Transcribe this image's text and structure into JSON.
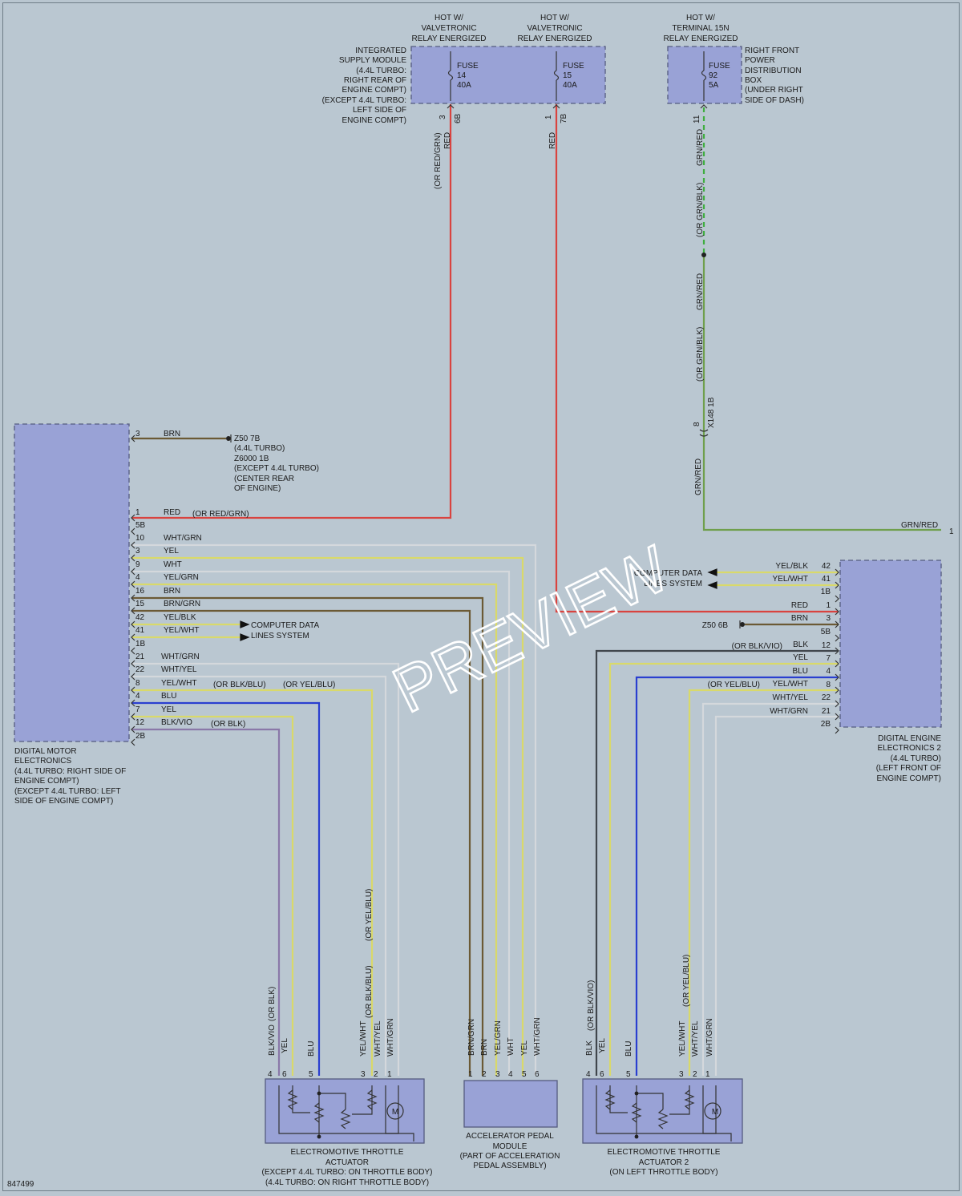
{
  "diagram_id": "847499",
  "watermark": "PREVIEW",
  "colors": {
    "RED": "#d9433f",
    "BRN": "#6b5a35",
    "YEL": "#d9d96a",
    "WHT": "#d4d8dc",
    "BLU": "#2a3fd0",
    "GRN": "#6f9f4c",
    "BLK": "#40464c",
    "VIO": "#8a78a8",
    "GRN_DASH": "#3fae3f"
  },
  "top": {
    "fuse14_hot": [
      "HOT W/",
      "VALVETRONIC",
      "RELAY ENERGIZED"
    ],
    "fuse15_hot": [
      "HOT W/",
      "VALVETRONIC",
      "RELAY ENERGIZED"
    ],
    "fuse92_hot": [
      "HOT W/",
      "TERMINAL 15N",
      "RELAY ENERGIZED"
    ],
    "ism_label": [
      "INTEGRATED",
      "SUPPLY MODULE",
      "(4.4L TURBO:",
      "RIGHT REAR OF",
      "ENGINE COMPT)",
      "(EXCEPT 4.4L TURBO:",
      "LEFT SIDE OF",
      "ENGINE COMPT)"
    ],
    "rfpd_label": [
      "RIGHT FRONT",
      "POWER",
      "DISTRIBUTION",
      "BOX",
      "(UNDER RIGHT",
      "SIDE OF DASH)"
    ],
    "fuse14": [
      "FUSE",
      "14",
      "40A"
    ],
    "fuse15": [
      "FUSE",
      "15",
      "40A"
    ],
    "fuse92": [
      "FUSE",
      "92",
      "5A"
    ],
    "pin14_a": "3",
    "pin14_b": "6B",
    "pin15_a": "1",
    "pin15_b": "7B",
    "pin92": "11",
    "wire14": "RED",
    "wire14_alt": "(OR RED/GRN)",
    "wire15": "RED",
    "wire92_a": "GRN/RED",
    "wire92_alt": "(OR GRN/BLK)",
    "wire92_b": "GRN/RED",
    "wire92_alt2": "(OR GRN/BLK)",
    "x148": "X148 1B",
    "x148_pin": "8",
    "wire92_c": "GRN/RED"
  },
  "dme": {
    "label": [
      "DIGITAL MOTOR",
      "ELECTRONICS",
      "(4.4L TURBO: RIGHT SIDE OF",
      "ENGINE COMPT)",
      "(EXCEPT 4.4L TURBO: LEFT",
      "SIDE OF ENGINE COMPT)"
    ],
    "pins": [
      {
        "pin": "3",
        "wire": "BRN"
      },
      {
        "pin": "1",
        "wire": "RED",
        "alt": "(OR RED/GRN)"
      },
      {
        "pin": "5B"
      },
      {
        "pin": "10",
        "wire": "WHT/GRN"
      },
      {
        "pin": "3",
        "wire": "YEL"
      },
      {
        "pin": "9",
        "wire": "WHT"
      },
      {
        "pin": "4",
        "wire": "YEL/GRN"
      },
      {
        "pin": "16",
        "wire": "BRN"
      },
      {
        "pin": "15",
        "wire": "BRN/GRN"
      },
      {
        "pin": "42",
        "wire": "YEL/BLK"
      },
      {
        "pin": "41",
        "wire": "YEL/WHT"
      },
      {
        "pin": "1B"
      },
      {
        "pin": "21",
        "wire": "WHT/GRN"
      },
      {
        "pin": "22",
        "wire": "WHT/YEL"
      },
      {
        "pin": "8",
        "wire": "YEL/WHT",
        "alt": "(OR BLK/BLU)",
        "alt2": "(OR YEL/BLU)"
      },
      {
        "pin": "4",
        "wire": "BLU"
      },
      {
        "pin": "7",
        "wire": "YEL"
      },
      {
        "pin": "12",
        "wire": "BLK/VIO",
        "alt": "(OR BLK)"
      },
      {
        "pin": "2B"
      }
    ],
    "ground": [
      "Z50 7B",
      "(4.4L TURBO)",
      "Z6000 1B",
      "(EXCEPT 4.4L TURBO)",
      "(CENTER REAR",
      "OF ENGINE)"
    ],
    "data_lines": [
      "COMPUTER DATA",
      "LINES SYSTEM"
    ]
  },
  "dme2": {
    "label": [
      "DIGITAL ENGINE",
      "ELECTRONICS 2",
      "(4.4L TURBO)",
      "(LEFT FRONT OF",
      "ENGINE COMPT)"
    ],
    "pins": [
      {
        "pin": "42",
        "wire": "YEL/BLK"
      },
      {
        "pin": "41",
        "wire": "YEL/WHT"
      },
      {
        "pin": "1B"
      },
      {
        "pin": "1",
        "wire": "RED"
      },
      {
        "pin": "3",
        "wire": "BRN"
      },
      {
        "pin": "5B"
      },
      {
        "pin": "12",
        "wire": "BLK",
        "alt": "(OR BLK/VIO)"
      },
      {
        "pin": "7",
        "wire": "YEL"
      },
      {
        "pin": "4",
        "wire": "BLU"
      },
      {
        "pin": "8",
        "wire": "YEL/WHT",
        "alt": "(OR YEL/BLU)"
      },
      {
        "pin": "22",
        "wire": "WHT/YEL"
      },
      {
        "pin": "21",
        "wire": "WHT/GRN"
      },
      {
        "pin": "2B"
      }
    ],
    "data_lines": [
      "COMPUTER DATA",
      "LINES SYSTEM"
    ],
    "ground": "Z50 6B",
    "grn_wire": "GRN/RED",
    "grn_pin": "1"
  },
  "eta1": {
    "label": [
      "ELECTROMOTIVE THROTTLE",
      "ACTUATOR",
      "(EXCEPT 4.4L TURBO: ON THROTTLE BODY)",
      "(4.4L TURBO: ON RIGHT THROTTLE BODY)"
    ],
    "pins": [
      {
        "pin": "4",
        "wire": "BLK/VIO",
        "alt": "(OR BLK)"
      },
      {
        "pin": "6",
        "wire": "YEL"
      },
      {
        "pin": "5",
        "wire": "BLU"
      },
      {
        "pin": "3",
        "wire": "YEL/WHT",
        "alt": "(OR BLK/BLU)",
        "alt2": "(OR YEL/BLU)"
      },
      {
        "pin": "2",
        "wire": "WHT/YEL"
      },
      {
        "pin": "1",
        "wire": "WHT/GRN"
      }
    ],
    "motor": "M"
  },
  "apm": {
    "label": [
      "ACCELERATOR PEDAL",
      "MODULE",
      "(PART OF ACCELERATION",
      "PEDAL ASSEMBLY)"
    ],
    "pins": [
      {
        "pin": "1",
        "wire": "BRN/GRN"
      },
      {
        "pin": "2",
        "wire": "BRN"
      },
      {
        "pin": "3",
        "wire": "YEL/GRN"
      },
      {
        "pin": "4",
        "wire": "WHT"
      },
      {
        "pin": "5",
        "wire": "YEL"
      },
      {
        "pin": "6",
        "wire": "WHT/GRN"
      }
    ]
  },
  "eta2": {
    "label": [
      "ELECTROMOTIVE THROTTLE",
      "ACTUATOR 2",
      "(ON LEFT THROTTLE BODY)"
    ],
    "pins": [
      {
        "pin": "4",
        "wire": "BLK",
        "alt": "(OR BLK/VIO)"
      },
      {
        "pin": "6",
        "wire": "YEL"
      },
      {
        "pin": "5",
        "wire": "BLU"
      },
      {
        "pin": "3",
        "wire": "YEL/WHT",
        "alt": "(OR YEL/BLU)"
      },
      {
        "pin": "2",
        "wire": "WHT/YEL"
      },
      {
        "pin": "1",
        "wire": "WHT/GRN"
      }
    ],
    "motor": "M"
  }
}
